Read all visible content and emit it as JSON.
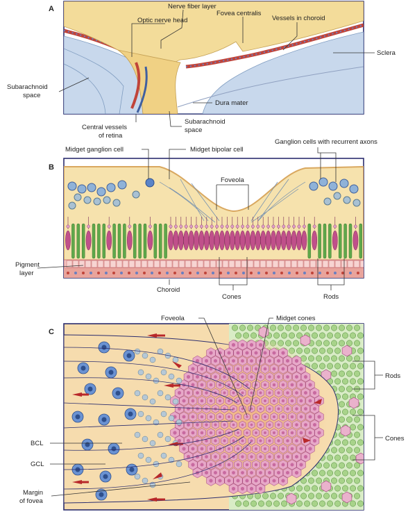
{
  "panels": {
    "a": {
      "letter": "A",
      "labels": {
        "nerve_fiber_layer": "Nerve fiber layer",
        "optic_nerve_head": "Optic nerve head",
        "vessels_in_choroid": "Vessels in choroid",
        "fovea_centralis": "Fovea centralis",
        "sclera": "Sclera",
        "subarachnoid_left_1": "Subarachnoid",
        "subarachnoid_left_2": "space",
        "dura_mater": "Dura mater",
        "central_vessels_1": "Central vessels",
        "central_vessels_2": "of retina",
        "subarachnoid_bottom_1": "Subarachnoid",
        "subarachnoid_bottom_2": "space"
      }
    },
    "b": {
      "letter": "B",
      "labels": {
        "midget_ganglion_cell": "Midget ganglion cell",
        "midget_bipolar_cell": "Midget bipolar cell",
        "ganglion_cells_recurrent": "Ganglion cells with recurrent axons",
        "foveola": "Foveola",
        "pigment_layer_1": "Pigment",
        "pigment_layer_2": "layer",
        "choroid": "Choroid",
        "cones": "Cones",
        "rods": "Rods"
      }
    },
    "c": {
      "letter": "C",
      "labels": {
        "foveola": "Foveola",
        "midget_cones": "Midget cones",
        "rods": "Rods",
        "cones": "Cones",
        "bcl": "BCL",
        "gcl": "GCL",
        "margin_1": "Margin",
        "margin_2": "of fovea"
      }
    }
  },
  "colors": {
    "frame": "#2b2d6e",
    "retina_yellow": "#f3dc9a",
    "sclera_blue": "#c8d8ec",
    "choroid_red": "#c0443a",
    "cone_magenta": "#c0508a",
    "rod_green": "#5fa84a",
    "ganglion_blue": "#4a78c0",
    "bipolar_grey": "#8fa8b8",
    "arrow_red": "#b8282a"
  }
}
